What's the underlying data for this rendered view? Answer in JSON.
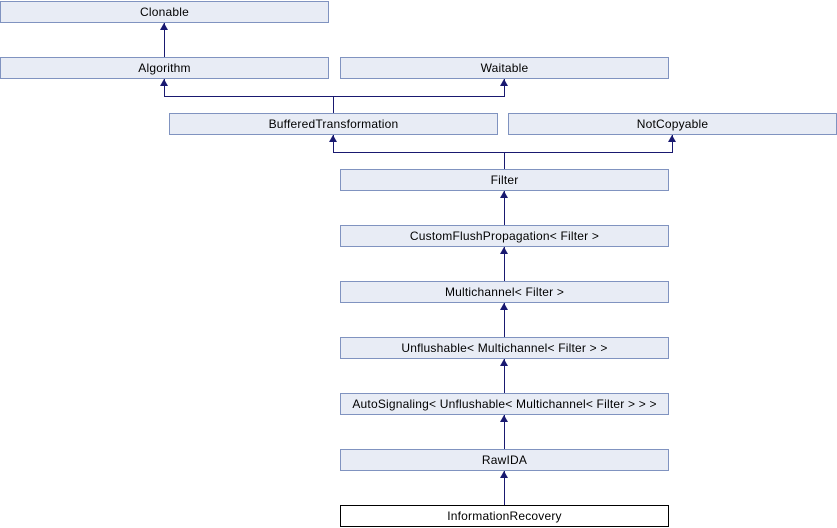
{
  "diagram": {
    "kind": "class-inheritance-diagram",
    "nodes": [
      {
        "id": "clonable",
        "label": "Clonable"
      },
      {
        "id": "algorithm",
        "label": "Algorithm"
      },
      {
        "id": "waitable",
        "label": "Waitable"
      },
      {
        "id": "buffered-transformation",
        "label": "BufferedTransformation"
      },
      {
        "id": "not-copyable",
        "label": "NotCopyable"
      },
      {
        "id": "filter",
        "label": "Filter"
      },
      {
        "id": "custom-flush-propagation",
        "label": "CustomFlushPropagation< Filter >"
      },
      {
        "id": "multichannel",
        "label": "Multichannel< Filter >"
      },
      {
        "id": "unflushable",
        "label": "Unflushable< Multichannel< Filter > >"
      },
      {
        "id": "auto-signaling",
        "label": "AutoSignaling< Unflushable< Multichannel< Filter > > >"
      },
      {
        "id": "raw-ida",
        "label": "RawIDA"
      },
      {
        "id": "information-recovery",
        "label": "InformationRecovery",
        "current": true
      }
    ],
    "edges": [
      {
        "from": "Algorithm",
        "to": "Clonable"
      },
      {
        "from": "BufferedTransformation",
        "to": "Algorithm"
      },
      {
        "from": "BufferedTransformation",
        "to": "Waitable"
      },
      {
        "from": "Filter",
        "to": "BufferedTransformation"
      },
      {
        "from": "Filter",
        "to": "NotCopyable"
      },
      {
        "from": "CustomFlushPropagation< Filter >",
        "to": "Filter"
      },
      {
        "from": "Multichannel< Filter >",
        "to": "CustomFlushPropagation< Filter >"
      },
      {
        "from": "Unflushable< Multichannel< Filter > >",
        "to": "Multichannel< Filter >"
      },
      {
        "from": "AutoSignaling< Unflushable< Multichannel< Filter > > >",
        "to": "Unflushable< Multichannel< Filter > >"
      },
      {
        "from": "RawIDA",
        "to": "AutoSignaling< Unflushable< Multichannel< Filter > > >"
      },
      {
        "from": "InformationRecovery",
        "to": "RawIDA"
      }
    ]
  },
  "colors": {
    "bg": "#ffffff",
    "node_fill": "#e8ecf5",
    "node_border": "#8093c0",
    "current_node_fill": "#ffffff",
    "current_node_border": "#000000",
    "edge": "#191970",
    "text": "#000000"
  }
}
